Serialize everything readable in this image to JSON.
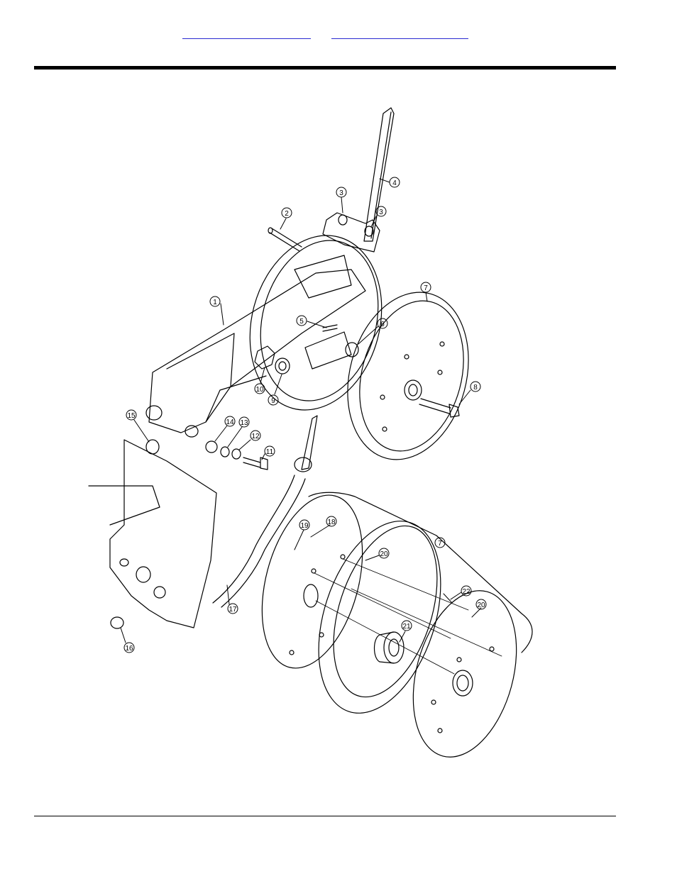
{
  "header": {
    "link_left": "",
    "link_right": ""
  },
  "diagram": {
    "callouts": [
      "1",
      "2",
      "3",
      "3",
      "4",
      "5",
      "6",
      "7",
      "8",
      "9",
      "10",
      "11",
      "12",
      "13",
      "14",
      "15",
      "16",
      "17",
      "18",
      "19",
      "20",
      "20",
      "21",
      "22",
      "7"
    ]
  }
}
